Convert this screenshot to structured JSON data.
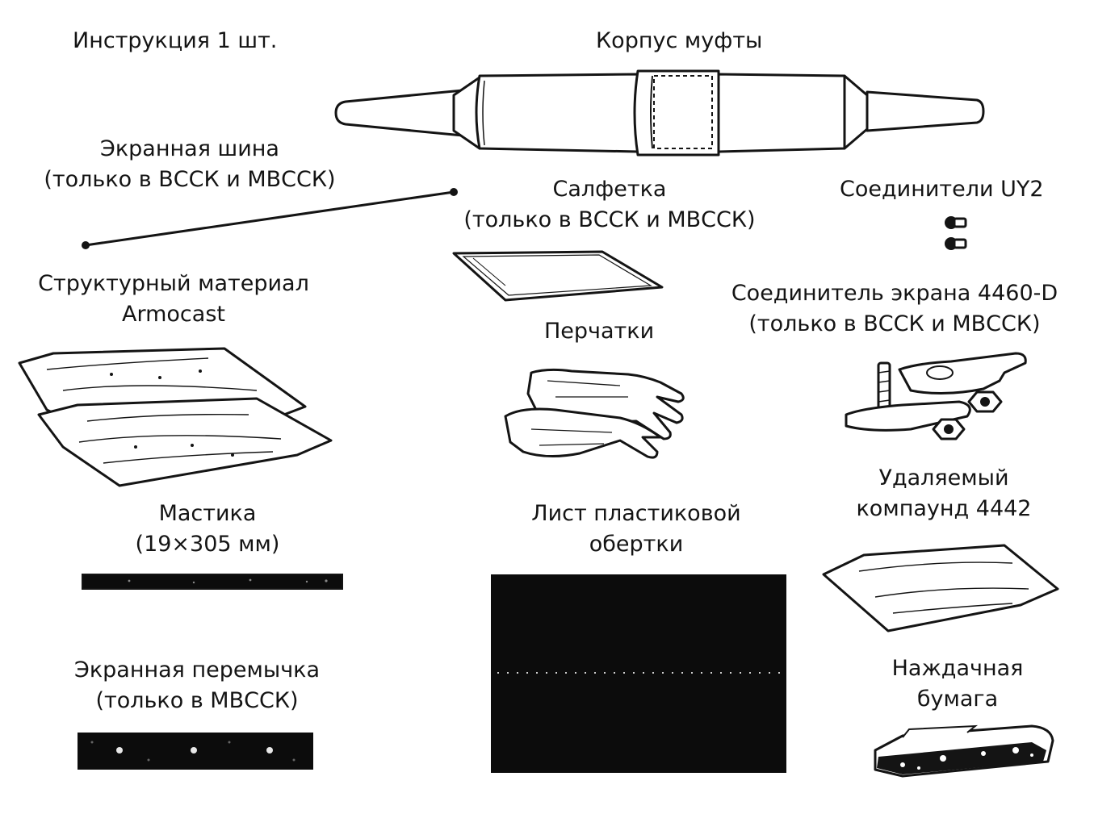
{
  "labels": {
    "instruction": "Инструкция 1 шт.",
    "sleeve_body": "Корпус муфты",
    "shield_bus": {
      "line1": "Экранная шина",
      "line2": "(только в ВССК и МВССК)"
    },
    "wipe": {
      "line1": "Салфетка",
      "line2": "(только в ВССК и МВССК)"
    },
    "connectors_uy2": "Соединители UY2",
    "armocast": {
      "line1": "Структурный материал",
      "line2": "Armocast"
    },
    "shield_connector": {
      "line1": "Соединитель экрана 4460-D",
      "line2": "(только в ВССК и МВССК)"
    },
    "gloves": "Перчатки",
    "removable_compound": {
      "line1": "Удаляемый",
      "line2": "компаунд 4442"
    },
    "mastic": {
      "line1": "Мастика",
      "line2": "(19×305 мм)"
    },
    "plastic_wrap": {
      "line1": "Лист пластиковой",
      "line2": "обертки"
    },
    "shield_jumper": {
      "line1": "Экранная перемычка",
      "line2": "(только в МВССК)"
    },
    "sandpaper": {
      "line1": "Наждачная",
      "line2": "бумага"
    }
  },
  "colors": {
    "ink": "#141414",
    "background": "#ffffff",
    "fill_dark": "#0c0c0c"
  }
}
